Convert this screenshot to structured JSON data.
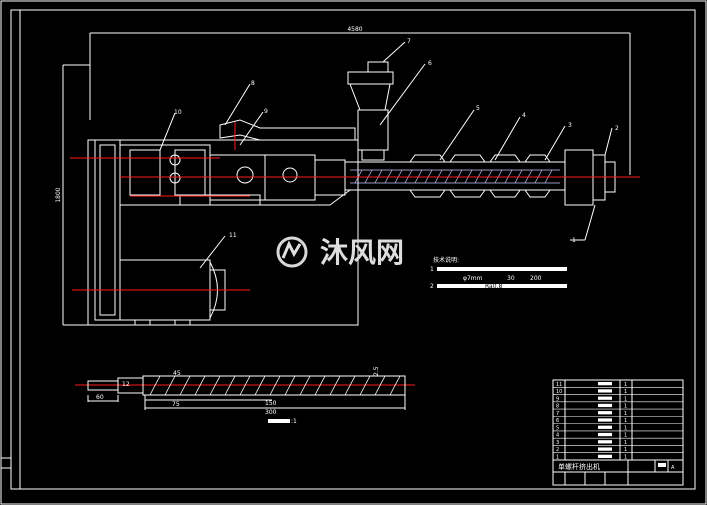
{
  "drawing": {
    "watermark_text": "沐风网",
    "dimensions": {
      "overall_length": "4580",
      "height": "1800",
      "screw_total": "300",
      "screw_segment": "150",
      "screw_flight_pitch": "2.5",
      "screw_left_offset": "60",
      "screw_start_a": "45",
      "screw_start_b": "75",
      "screw_start_c": "12",
      "screw_scale": ":1"
    },
    "callouts": [
      "1",
      "2",
      "3",
      "4",
      "5",
      "6",
      "7",
      "8",
      "9",
      "10",
      "11"
    ],
    "tech_notes": {
      "title": "技术说明:",
      "line1_num": "1",
      "line1_a": "φ7mm",
      "line1_b": "30",
      "line1_c": "200",
      "line2_num": "2",
      "line2_a": "Ra0.8"
    },
    "title_block": {
      "title": "单螺杆挤出机",
      "rows": [
        "11",
        "10",
        "9",
        "8",
        "7",
        "6",
        "5",
        "4",
        "3",
        "2",
        "1"
      ],
      "qty": "1",
      "sheet_mark": "A"
    }
  }
}
